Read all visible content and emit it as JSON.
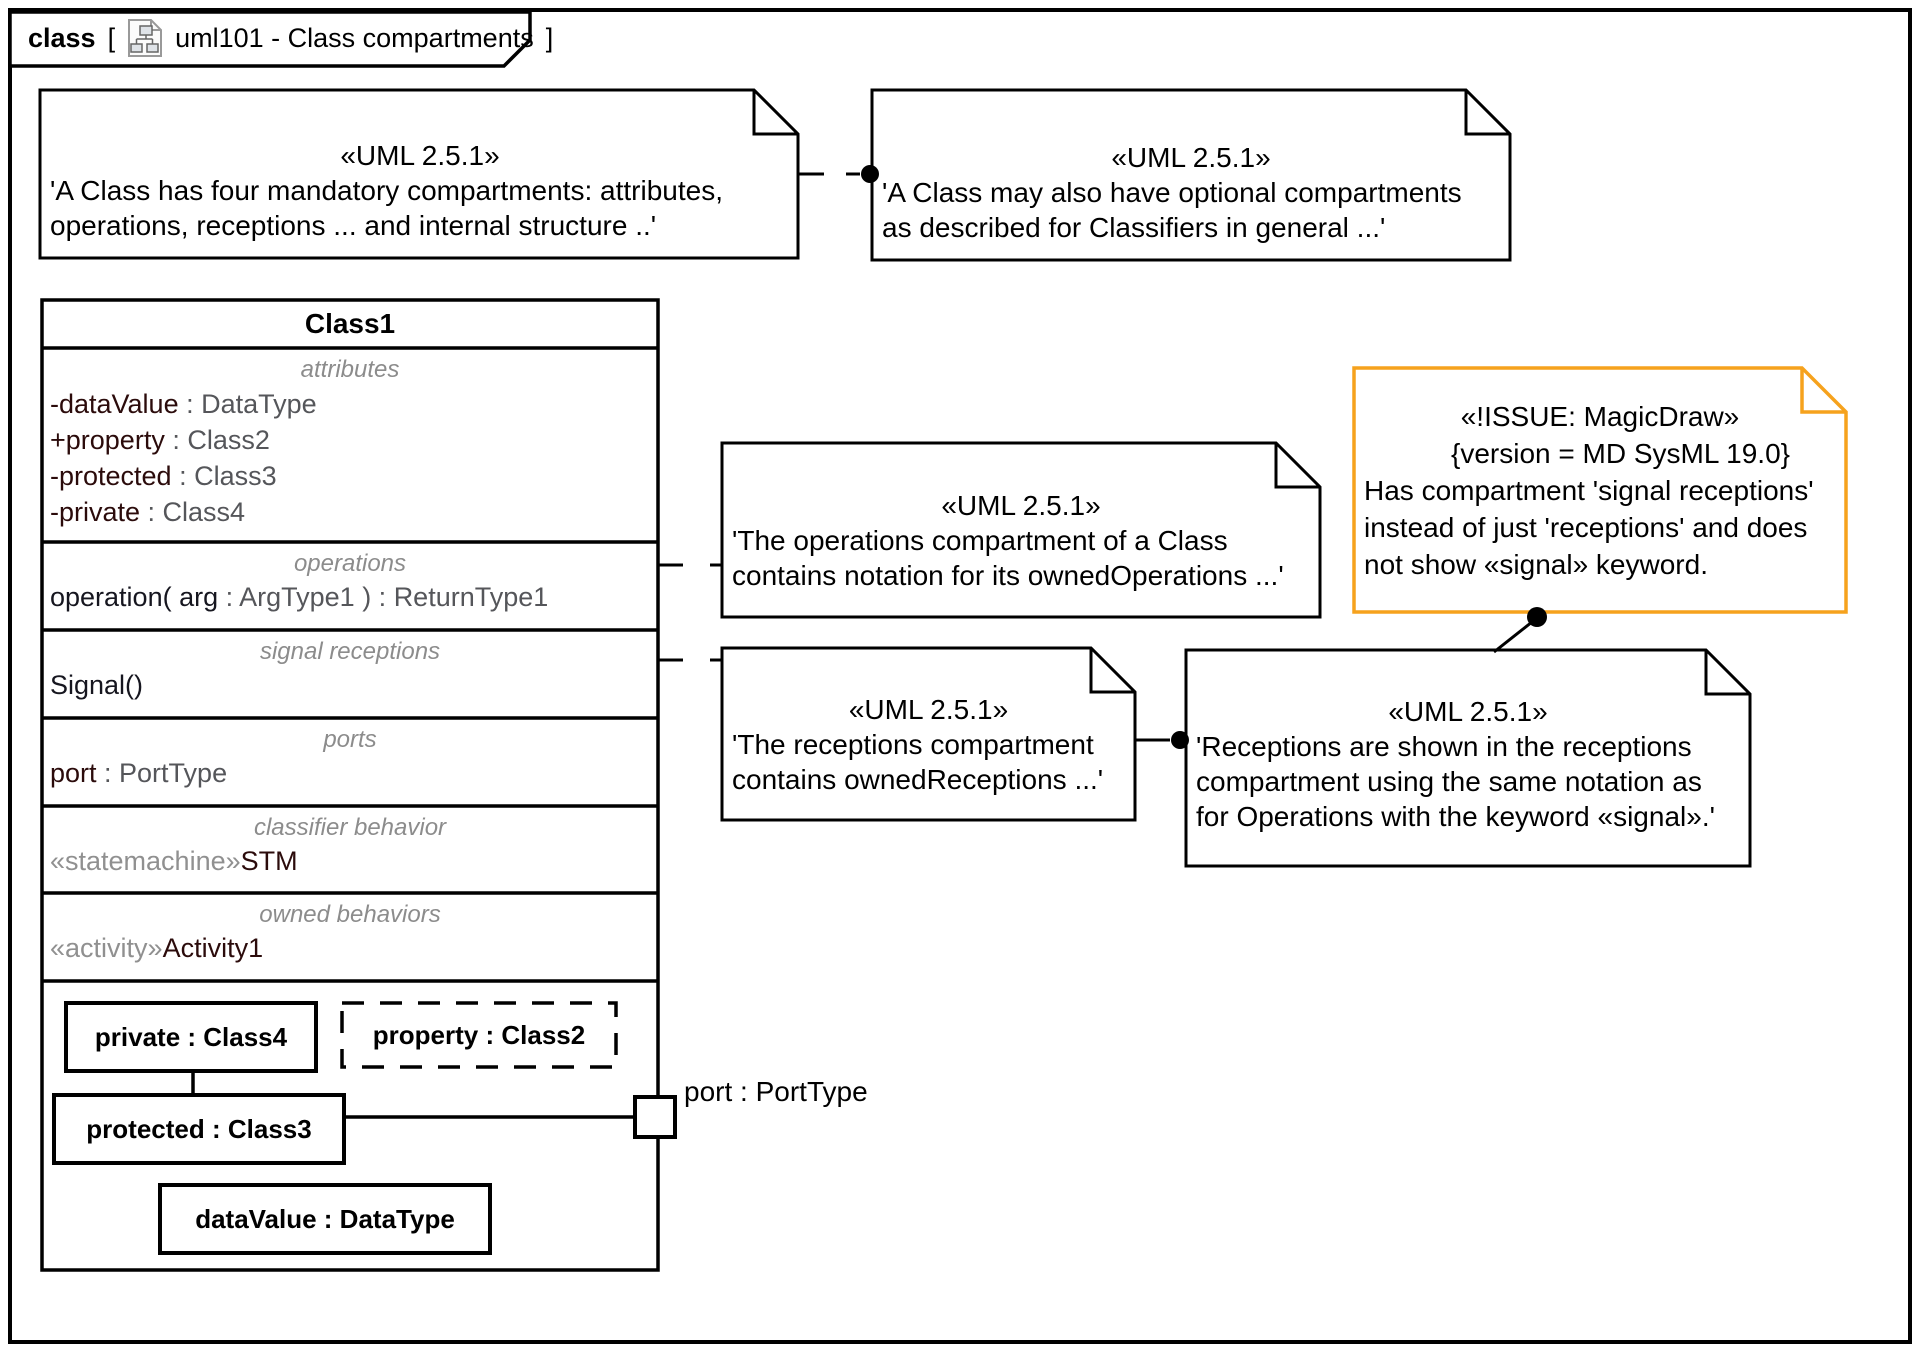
{
  "frame": {
    "keyword": "class",
    "open_bracket": "[",
    "close_bracket": "]",
    "diagram_title": "uml101 - Class compartments"
  },
  "colors": {
    "issue_orange": "#F6A21D",
    "type_gray": "#55565A",
    "compartment_label_gray": "#8C8C8C",
    "name_maroon": "#2B0B0B"
  },
  "notes": {
    "mandatory": {
      "stereotype": "«UML 2.5.1»",
      "line1": "'A Class has four mandatory compartments: attributes,",
      "line2": "operations, receptions ... and internal structure ..'"
    },
    "optional": {
      "stereotype": "«UML 2.5.1»",
      "line1": "'A Class may also have optional compartments",
      "line2": "as described for Classifiers in general ...'"
    },
    "operations": {
      "stereotype": "«UML 2.5.1»",
      "line1": "'The operations compartment of a Class",
      "line2": "contains notation for its ownedOperations ...'"
    },
    "receptions": {
      "stereotype": "«UML 2.5.1»",
      "line1": "'The receptions compartment",
      "line2": "contains ownedReceptions ...'"
    },
    "reception_notation": {
      "stereotype": "«UML 2.5.1»",
      "line1": "'Receptions are shown in the receptions",
      "line2": "compartment using the same notation as",
      "line3": "for Operations with the keyword «signal».'"
    },
    "issue": {
      "stereotype": "«!ISSUE: MagicDraw»",
      "version": "{version = MD SysML 19.0}",
      "line1": "Has compartment 'signal receptions'",
      "line2": "instead of just 'receptions' and does",
      "line3": "not show «signal» keyword."
    }
  },
  "class1": {
    "name": "Class1",
    "attributes": {
      "header": "attributes",
      "items": [
        {
          "name": "-dataValue",
          "type": " : DataType"
        },
        {
          "name": "+property",
          "type": " : Class2"
        },
        {
          "name": "-protected",
          "type": " : Class3"
        },
        {
          "name": "-private",
          "type": " : Class4"
        }
      ]
    },
    "operations": {
      "header": "operations",
      "item": {
        "name": "operation( arg",
        "type": " : ArgType1 ) : ReturnType1"
      }
    },
    "signal_receptions": {
      "header": "signal receptions",
      "item": {
        "name": "Signal()"
      }
    },
    "ports": {
      "header": "ports",
      "item": {
        "name": "port",
        "type": " : PortType"
      }
    },
    "classifier_behavior": {
      "header": "classifier behavior",
      "item": {
        "stereotype": "«statemachine»",
        "name": "STM"
      }
    },
    "owned_behaviors": {
      "header": "owned behaviors",
      "item": {
        "stereotype": "«activity»",
        "name": "Activity1"
      }
    },
    "structure": {
      "private_part": "private : Class4",
      "property_part": "property : Class2",
      "protected_part": "protected : Class3",
      "data_part": "dataValue : DataType",
      "port_label": "port : PortType"
    }
  }
}
